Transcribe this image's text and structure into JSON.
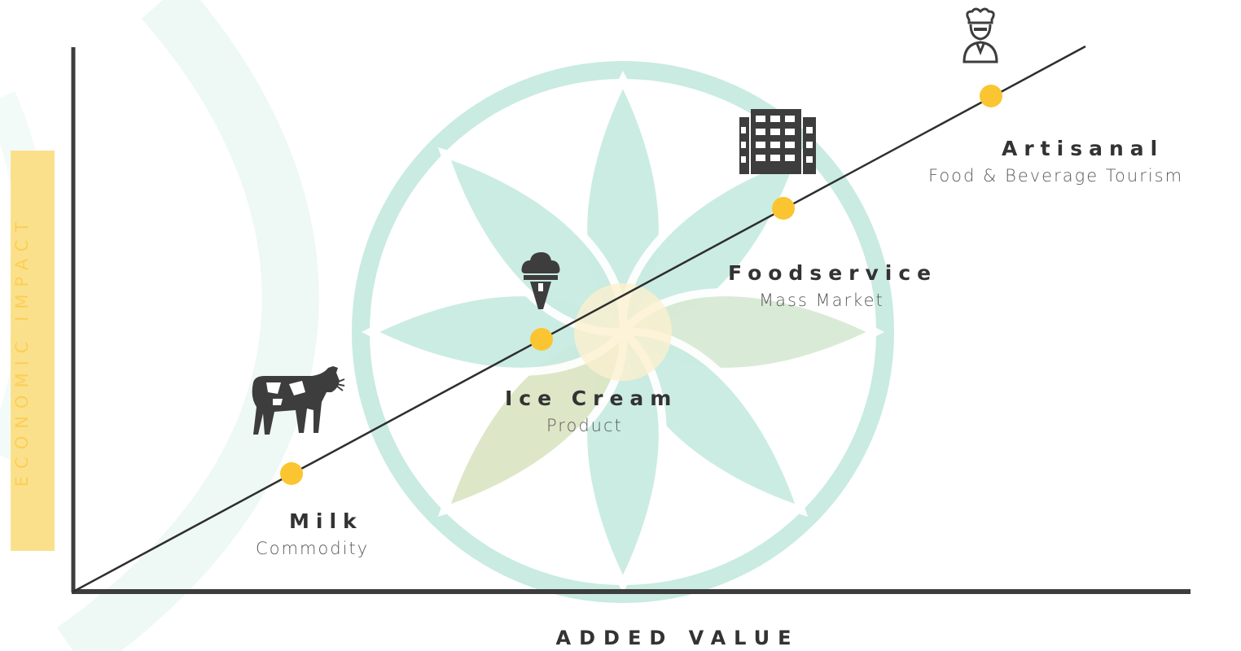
{
  "axes": {
    "y_label": "ECONOMIC IMPACT",
    "x_label": "ADDED VALUE"
  },
  "stages": [
    {
      "title": "Milk",
      "subtitle": "Commodity",
      "icon": "cow-icon"
    },
    {
      "title": "Ice Cream",
      "subtitle": "Product",
      "icon": "ice-cream-icon"
    },
    {
      "title": "Foodservice",
      "subtitle": "Mass Market",
      "icon": "building-icon"
    },
    {
      "title": "Artisanal",
      "subtitle": "Food & Beverage Tourism",
      "icon": "chef-icon"
    }
  ],
  "colors": {
    "axis": "#3d3d3d",
    "trend_line": "#2e2e2e",
    "point": "#fbc531",
    "watermark": "#c9ebe1",
    "y_label_band": "#fbe08c",
    "y_label_text": "#fbcf55",
    "icon": "#3d3d3d"
  }
}
